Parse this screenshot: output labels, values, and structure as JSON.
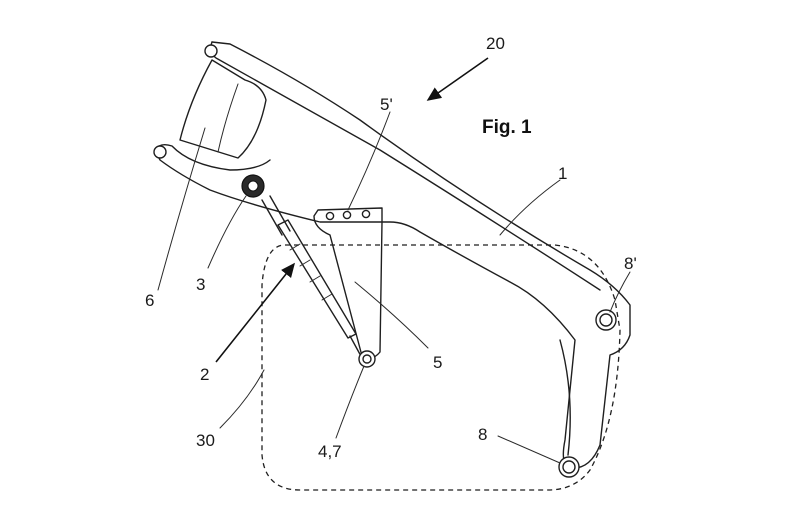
{
  "figure": {
    "title": "Fig. 1",
    "labels": {
      "assembly": "20",
      "boom": "1",
      "cylinder": "2",
      "cylinder_head": "3",
      "pivot_pin": "4,7",
      "bracket": "5",
      "bracket_holes": "5'",
      "tool": "6",
      "pivot_lower": "8",
      "pivot_upper": "8'",
      "housing": "30"
    }
  },
  "colors": {
    "ink": "#1f1f1f",
    "background": "#ffffff"
  }
}
